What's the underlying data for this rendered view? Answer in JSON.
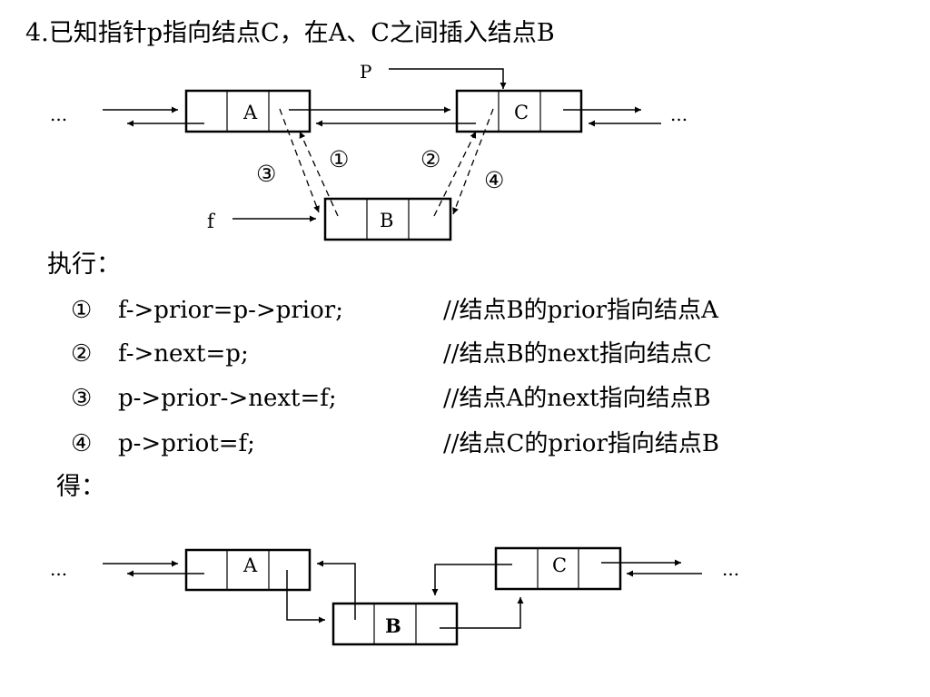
{
  "title": "4.已知指针p指向结点C，在A、C之间插入结点B",
  "exec_label": "执行：",
  "result_label": "得：",
  "top_diagram": {
    "node_a": "A",
    "node_b": "B",
    "node_c": "C",
    "ellipsis": "...",
    "pointer_p": "P",
    "pointer_f": "f",
    "marker_1": "①",
    "marker_2": "②",
    "marker_3": "③",
    "marker_4": "④"
  },
  "steps": [
    {
      "num": "①",
      "code": "f->prior=p->prior;",
      "comment": "//结点B的prior指向结点A"
    },
    {
      "num": "②",
      "code": "f->next=p;",
      "comment": "//结点B的next指向结点C"
    },
    {
      "num": "③",
      "code": "p->prior->next=f;",
      "comment": "//结点A的next指向结点B"
    },
    {
      "num": "④",
      "code": "p->priot=f;",
      "comment": "//结点C的prior指向结点B"
    }
  ],
  "bottom_diagram": {
    "node_a": "A",
    "node_b": "B",
    "node_c": "C",
    "ellipsis": "..."
  }
}
